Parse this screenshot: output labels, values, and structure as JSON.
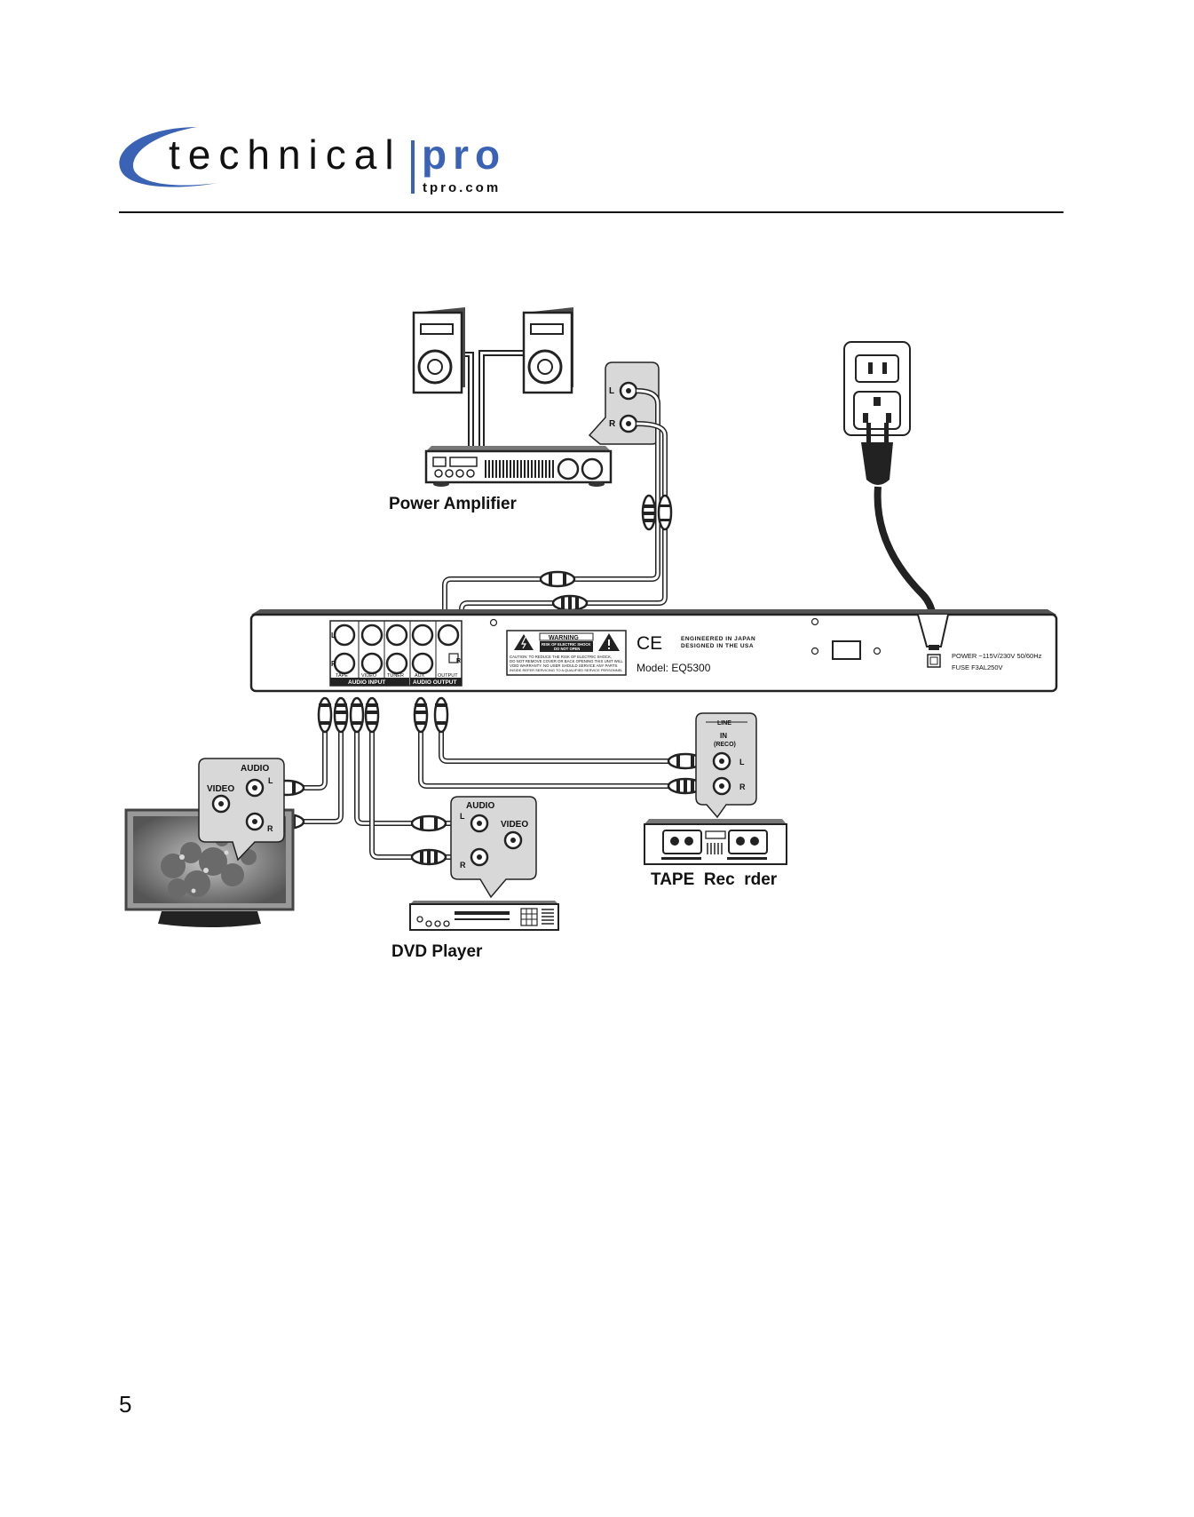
{
  "header": {
    "logo_word": "technical",
    "logo_brand": "pro",
    "logo_url": "tpro.com"
  },
  "devices": {
    "power_amplifier": "Power Amplifier",
    "dvd_player": "DVD Player",
    "tape_recorder": "TAPE  Rec  rder"
  },
  "callouts": {
    "amp": {
      "left": "L",
      "right": "R"
    },
    "tv": {
      "audio": "AUDIO",
      "video": "VIDEO",
      "left": "L",
      "right": "R"
    },
    "dvd": {
      "audio": "AUDIO",
      "video": "VIDEO",
      "left": "L",
      "right": "R"
    },
    "tape": {
      "line": "LINE",
      "in": "IN",
      "reco": "(RECO)",
      "left": "L",
      "right": "R"
    }
  },
  "rear_panel": {
    "ch_left": "L",
    "ch_right": "R",
    "jack_labels": [
      "TAPE",
      "VIDEO",
      "TUNER",
      "AUX",
      "OUTPUT"
    ],
    "group_input": "AUDIO INPUT",
    "group_output": "AUDIO OUTPUT",
    "warning_title": "WARNING",
    "warning_sub1": "RISK OF ELECTRIC SHOCK",
    "warning_sub2": "DO NOT OPEN",
    "warning_lines": [
      "CAUTION: TO REDUCE THE RISK OF ELECTRIC SHOCK,",
      "DO NOT REMOVE COVER OR BACK OPENING THIS UNIT WILL",
      "VOID WARRANTY. NO USER SHOULD SERVICE ANY PARTS",
      "INSIDE REFER SERVICING TO A QUALIFIED SERVICE PERSONNEL"
    ],
    "ce_mark": "CE",
    "engineered": "ENGINEERED IN JAPAN",
    "designed": "DESIGNED IN THE USA",
    "model": "Model: EQ5300",
    "power_spec": "POWER ~115V/230V 50/60Hz",
    "fuse_spec": "FUSE F3AL250V"
  },
  "footer": {
    "page_number": "5"
  }
}
